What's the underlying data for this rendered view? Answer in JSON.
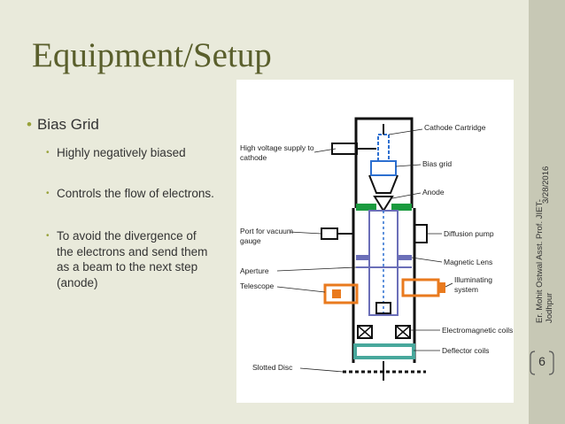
{
  "slide": {
    "title": "Equipment/Setup",
    "bullet": "Bias Grid",
    "sub_bullets": [
      "Highly negatively biased",
      "Controls the flow of electrons.",
      "To avoid the divergence of the electrons and send them as a beam to the next step (anode)"
    ],
    "date": "3/28/2016",
    "footer": "Er. Mohit Ostwal   Asst. Prof. JIET-Jodhpur",
    "page_number": "6"
  },
  "diagram": {
    "labels": {
      "cathode_cartridge": "Cathode Cartridge",
      "high_voltage": "High voltage supply to",
      "cathode": "cathode",
      "bias_grid": "Bias grid",
      "anode": "Anode",
      "port_vacuum": "Port for vacuum",
      "gauge": "gauge",
      "diffusion_pump": "Diffusion pump",
      "magnetic_lens": "Magnetic Lens",
      "aperture": "Aperture",
      "telescope": "Telescope",
      "illuminating": "Illuminating",
      "system": "system",
      "em_coils": "Electromagnetic coils",
      "deflector_coils": "Deflector coils",
      "slotted_disc": "Slotted Disc"
    },
    "colors": {
      "anode": "#1a9a3e",
      "lens": "#e97a1e",
      "bias": "#2c6fd0",
      "deflector": "#48a89c"
    }
  }
}
